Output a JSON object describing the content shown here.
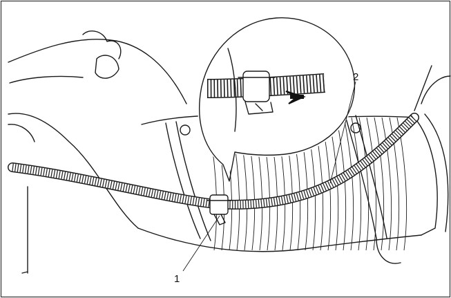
{
  "callouts": [
    {
      "id": "1",
      "label": "1"
    },
    {
      "id": "2",
      "label": "2"
    }
  ],
  "colors": {
    "line": "#1a1a1a",
    "background": "#ffffff",
    "frame": "#333333"
  }
}
